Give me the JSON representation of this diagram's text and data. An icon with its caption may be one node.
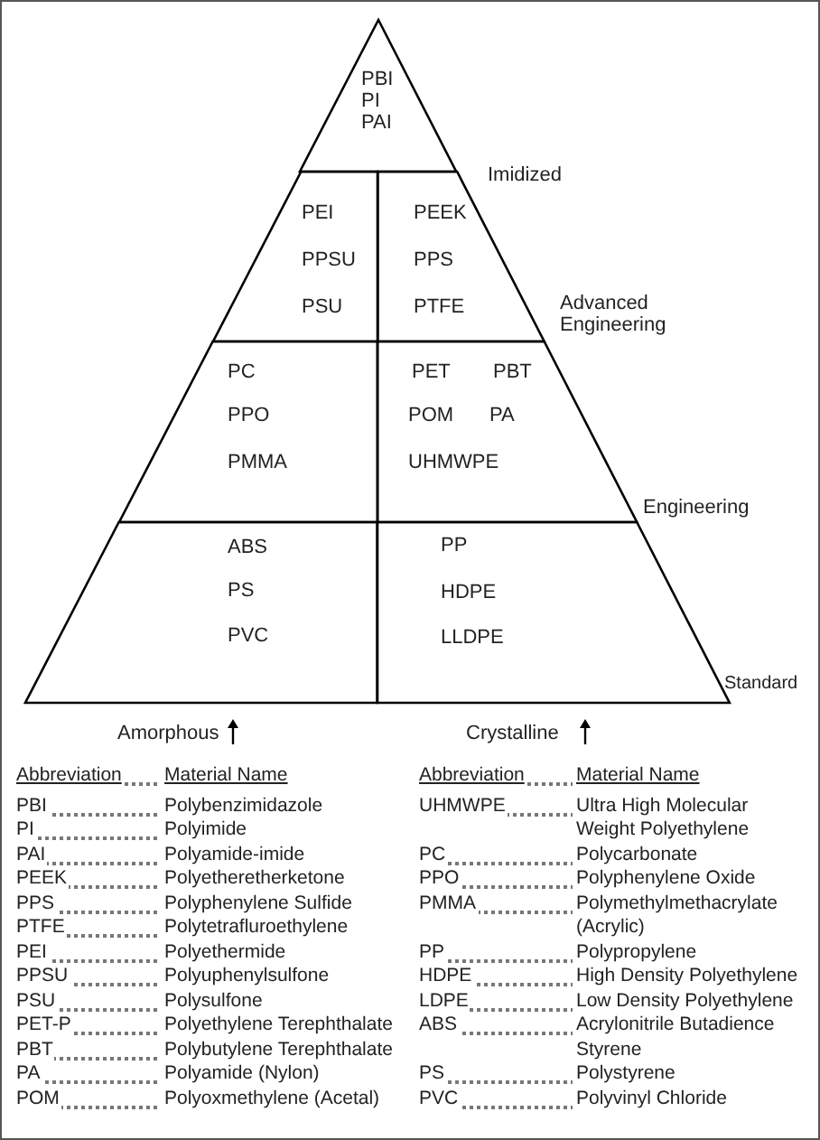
{
  "diagram": {
    "nodes": [
      {
        "text": [
          "PBI",
          "PI",
          "PAI"
        ]
      },
      {
        "text": [
          "PEI",
          "PPSU",
          "PSU"
        ]
      },
      {
        "text": [
          "PEEK",
          "PPS",
          "PTFE"
        ]
      },
      {
        "text": [
          "PC",
          "PPO",
          "PMMA"
        ]
      },
      {
        "text": [
          "PET",
          "PBT",
          "POM",
          "PA",
          "UHMWPE"
        ]
      },
      {
        "text": [
          "ABS",
          "PS",
          "PVC"
        ]
      },
      {
        "text": [
          "PP",
          "HDPE",
          "LLDPE"
        ]
      }
    ],
    "labels": [
      "Imidized",
      "Advanced Engineering",
      "Engineering",
      "Standard",
      "Amorphous",
      "Crystalline",
      "Abbreviation",
      "Material Name",
      "PBI",
      "Polybenzimidazole",
      "PI",
      "Polyimide",
      "PAI",
      "Polyamide-imide",
      "PEEK",
      "Polyetheretherketone",
      "PPS",
      "Polyphenylene Sulfide",
      "PTFE",
      "Polytetrafluroethylene",
      "PEI",
      "Polyethermide",
      "PPSU",
      "Polyuphenylsulfone",
      "PSU",
      "Polysulfone",
      "PET-P",
      "Polyethylene Terephthalate",
      "PBT",
      "Polybutylene Terephthalate",
      "PA",
      "Polyamide (Nylon)",
      "POM",
      "Polyoxmethylene (Acetal)",
      "Abbreviation",
      "Material Name",
      "UHMWPE",
      "Ultra High Molecular Weight Polyethylene",
      "PC",
      "Polycarbonate",
      "PPO",
      "Polyphenylene Oxide",
      "PMMA",
      "Polymethylmethacrylate (Acrylic)",
      "PP",
      "Polypropylene",
      "HDPE",
      "High Density Polyethylene",
      "LDPE",
      "Low Density Polyethylene",
      "ABS",
      "Acrylonitrile Butadience Styrene",
      "PS",
      "Polystyrene",
      "PVC",
      "Polyvinyl Chloride"
    ]
  }
}
